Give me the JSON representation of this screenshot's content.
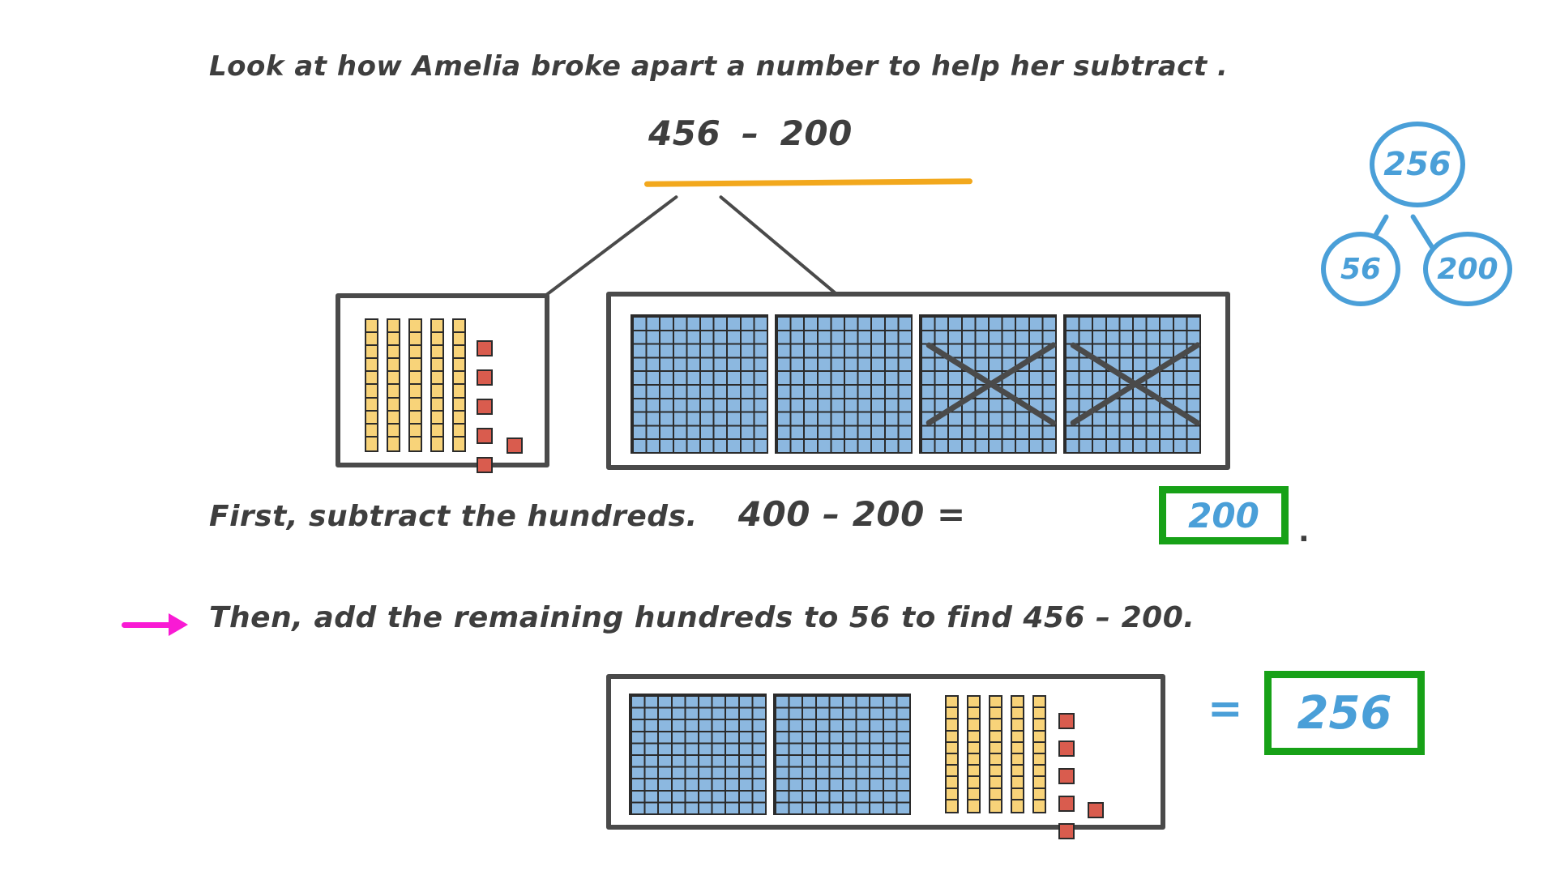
{
  "title": {
    "text": "Look at how Amelia broke apart a number to help her subtract ."
  },
  "main_equation": {
    "minuend": "456",
    "operator": "–",
    "subtrahend": "200",
    "underline_color": "#f2a81d"
  },
  "number_bond": {
    "whole": "256",
    "part_left": "56",
    "part_right": "200",
    "color": "#4a9fd8"
  },
  "blocks_row1": {
    "left_box": {
      "label": "fifty-six",
      "tens_rods": 5,
      "unit_cubes": 6,
      "rod_color": "#f8d379",
      "unit_color": "#d95c4e"
    },
    "right_box": {
      "label": "four-hundred",
      "hundred_flats": 4,
      "crossed_flats": 2,
      "flat_color": "#8cb8e0"
    }
  },
  "step_first": {
    "sentence": "First, subtract the hundreds.",
    "equation_left": "400 – 200 =",
    "answer": "200",
    "trailing_period": ".",
    "box_color": "#17a117"
  },
  "step_then": {
    "sentence": "Then, add the remaining hundreds to 56 to find 456 – 200.",
    "arrow_color": "#f91ad4"
  },
  "blocks_row2": {
    "hundred_flats": 2,
    "tens_rods": 5,
    "unit_cubes": 6
  },
  "result": {
    "equals": "=",
    "answer": "256",
    "box_color": "#17a117",
    "text_color": "#4a9fd8"
  }
}
